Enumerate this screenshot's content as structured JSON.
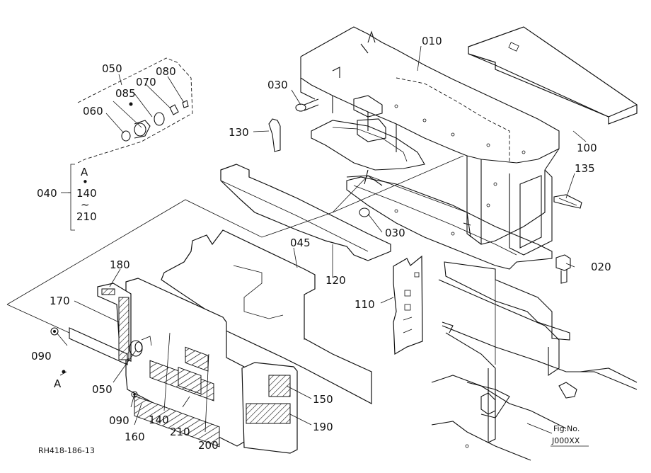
{
  "parts": {
    "p010": "010",
    "p020": "020",
    "p030a": "030",
    "p030b": "030",
    "p040": "040",
    "p045": "045",
    "p050a": "050",
    "p050b": "050",
    "p060": "060",
    "p070": "070",
    "p080": "080",
    "p085": "085",
    "p090a": "090",
    "p090b": "090",
    "p100": "100",
    "p110": "110",
    "p120": "120",
    "p130": "130",
    "p135": "135",
    "p140": "140",
    "p150": "150",
    "p160": "160",
    "p170": "170",
    "p180": "180",
    "p190": "190",
    "p200": "200",
    "p210": "210"
  },
  "group040": {
    "top": "A",
    "dot": "•",
    "mid": "140",
    "tilde": "~",
    "bottom": "210"
  },
  "ref_a_left": "A",
  "fig_no": {
    "label": "Fig.No.",
    "value": "J000XX"
  },
  "drawing_code": "RH418-186-13"
}
